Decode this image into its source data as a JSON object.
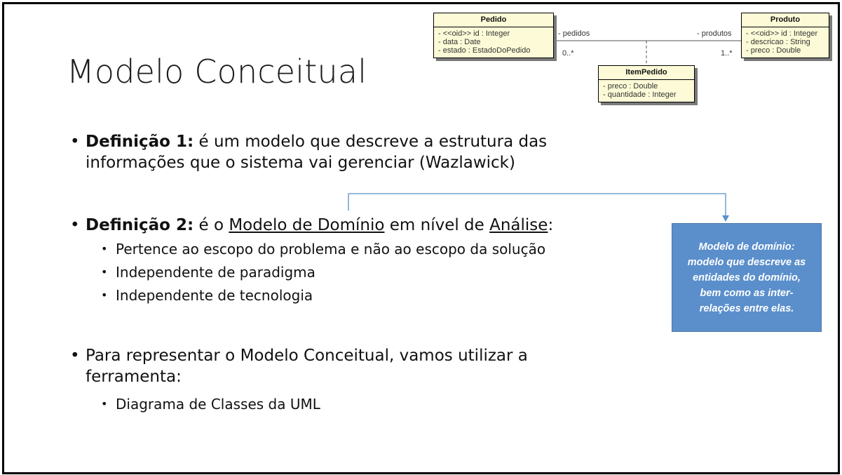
{
  "title": "Modelo Conceitual",
  "bullets": {
    "def1_label": "Definição 1:",
    "def1_text_a": " é um modelo que descreve a estrutura das",
    "def1_text_b": "informações que o sistema vai gerenciar (Wazlawick)",
    "def2_label": "Definição 2:",
    "def2_text_a": " é o ",
    "def2_link1": "Modelo de Domínio",
    "def2_text_b": " em nível de ",
    "def2_link2": "Análise",
    "def2_text_c": ":",
    "def2_subs": [
      "Pertence ao escopo do problema e não ao escopo da solução",
      "Independente de paradigma",
      "Independente de tecnologia"
    ],
    "tool_text_a": "Para representar o Modelo Conceitual, vamos utilizar a",
    "tool_text_b": "ferramenta:",
    "tool_subs": [
      "Diagrama de Classes da UML"
    ],
    "bullet_glyph": "•"
  },
  "callout": {
    "lines": [
      "Modelo de domínio:",
      "modelo que descreve as",
      "entidades do domínio,",
      "bem como as inter-",
      "relações entre elas."
    ]
  },
  "uml": {
    "pedido": {
      "name": "Pedido",
      "attrs": [
        "- <<oid>> id : Integer",
        "- data : Date",
        "- estado : EstadoDoPedido"
      ]
    },
    "produto": {
      "name": "Produto",
      "attrs": [
        "- <<oid>> id : Integer",
        "- descricao : String",
        "- preco : Double"
      ]
    },
    "itempedido": {
      "name": "ItemPedido",
      "attrs": [
        "- preco : Double",
        "- quantidade : Integer"
      ]
    },
    "role_pedidos": "- pedidos",
    "role_produtos": "- produtos",
    "mult_left": "0..*",
    "mult_right": "1..*"
  },
  "colors": {
    "callout_bg": "#5b8fcb",
    "uml_bg": "#fdfbd7",
    "connector": "#5b8fcb"
  }
}
